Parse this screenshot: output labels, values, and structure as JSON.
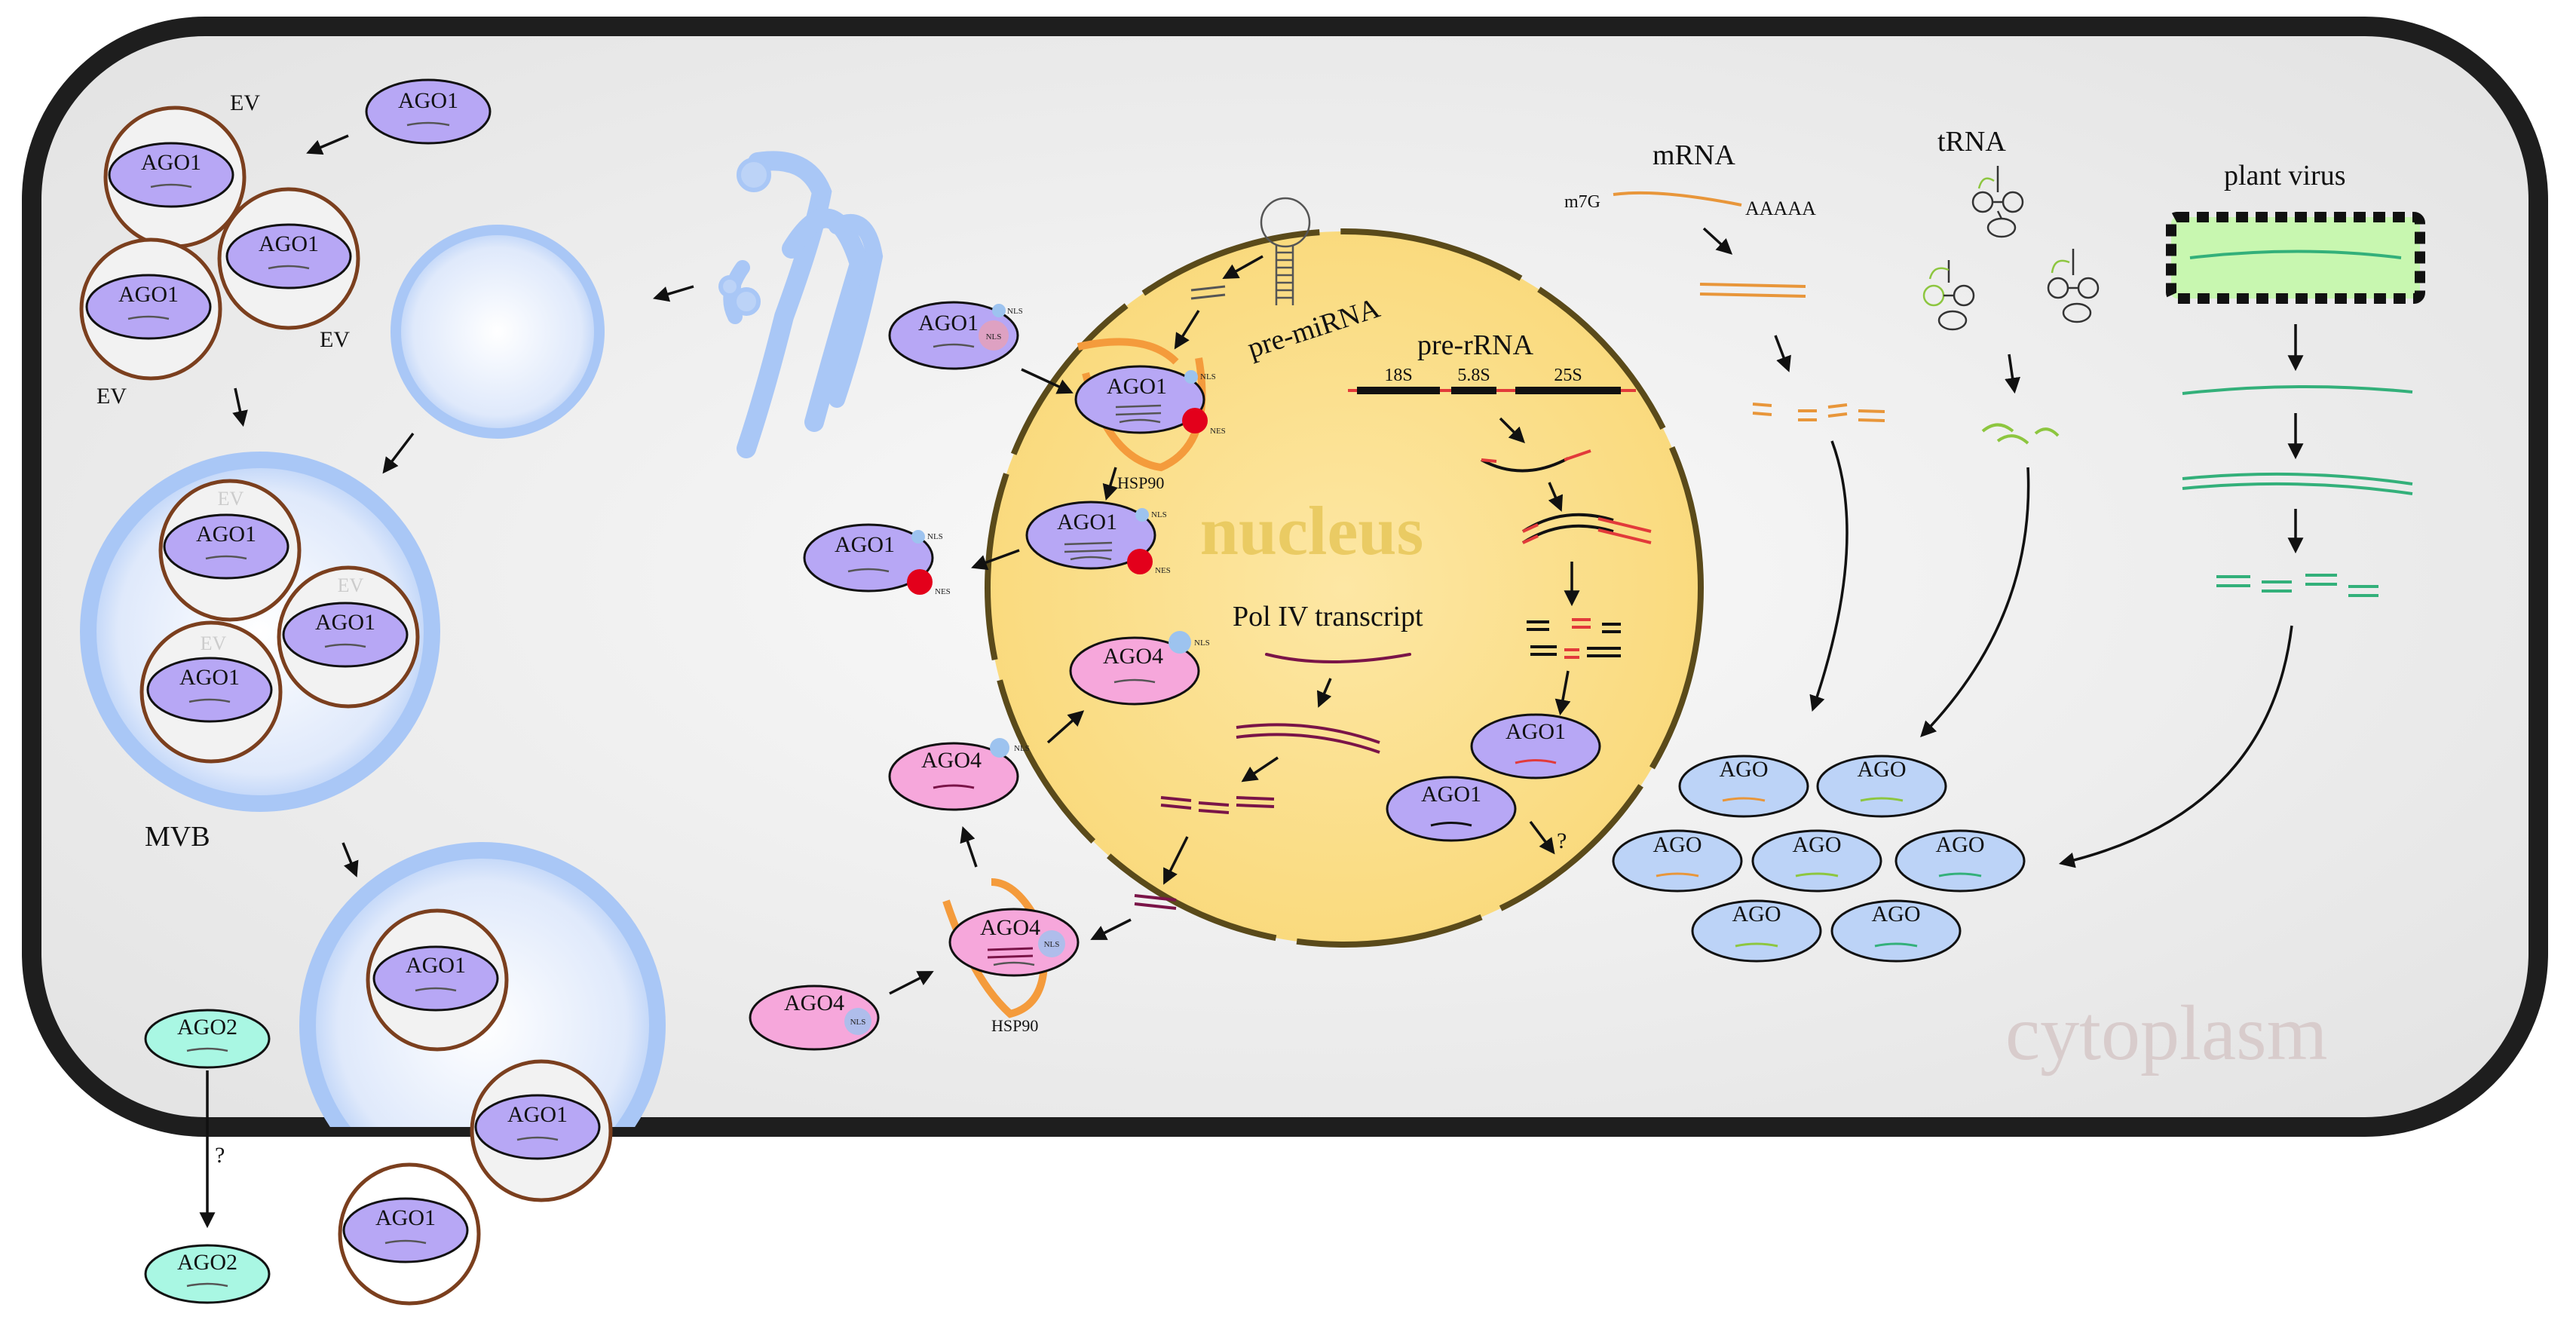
{
  "labels": {
    "nucleus": "nucleus",
    "cytoplasm": "cytoplasm",
    "ev": "EV",
    "mvb": "MVB",
    "hsp90": "HSP90",
    "nls": "NLS",
    "nes": "NES",
    "question": "?",
    "pre_mirna": "pre-miRNA",
    "pre_rrna": "pre-rRNA",
    "r18s": "18S",
    "r58s": "5.8S",
    "r25s": "25S",
    "pol_iv": "Pol IV transcript",
    "mrna": "mRNA",
    "m7g": "m7G",
    "polya": "AAAAA",
    "trna": "tRNA",
    "plant_virus": "plant virus"
  },
  "proteins": {
    "ago1": "AGO1",
    "ago2": "AGO2",
    "ago4": "AGO4",
    "ago": "AGO"
  },
  "colors": {
    "cell_fill": "#efefef",
    "cell_border": "#1e1e1e",
    "nucleus_fill": "#fbdf8c",
    "nucleus_border": "#5a4a1a",
    "ago1": "#b7a7f5",
    "ago2": "#a9f7e3",
    "ago4": "#f6a7db",
    "ago_generic": "#bcd3f7",
    "vesicle_border": "#7b3f1e",
    "er_blue": "#a9c7f6",
    "hsp90": "#f49b3c",
    "nes_red": "#e3001b",
    "nls_blue": "#9dc3ef",
    "mrna_orange": "#e8963a",
    "trna_green": "#8dc63f",
    "virus_teal": "#33b07a",
    "virus_fill": "#c8f7b0",
    "polIV_purple": "#7a1448",
    "rrna_red": "#e23a3a"
  }
}
